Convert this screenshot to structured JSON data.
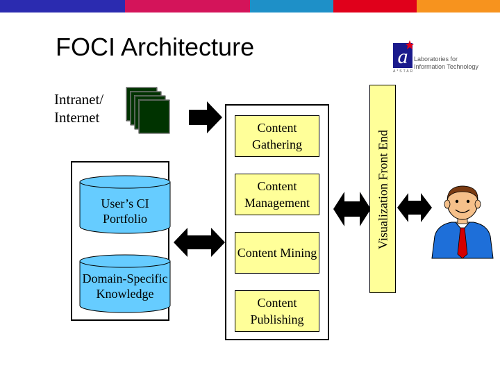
{
  "slide": {
    "title": "FOCI Architecture",
    "source_label": "Intranet/ Internet",
    "logo": {
      "line1": "Laboratories for",
      "line2": "Information Technology",
      "caption": "A*STAR",
      "colors": {
        "blue": "#1a1a8c",
        "red": "#e0001b"
      }
    },
    "top_bar_colors": [
      "#2b2bb0",
      "#d4145a",
      "#f7931e",
      "#f2c500",
      "#1e90c8",
      "#7a1f8c",
      "#e0001b",
      "#2b2bb0"
    ],
    "stores": [
      {
        "label": "User’s CI Portfolio",
        "color": "#66ccff"
      },
      {
        "label": "Domain-Specific Knowledge",
        "color": "#66ccff"
      }
    ],
    "stages": [
      {
        "label": "Content Gathering"
      },
      {
        "label": "Content Management"
      },
      {
        "label": "Content Mining"
      },
      {
        "label": "Content Publishing"
      }
    ],
    "front_end_label": "Visualization Front End",
    "box_color": "#ffff99",
    "document_color": "#003300",
    "icons": [
      "document-stack-icon",
      "arrow-right-icon",
      "double-arrow-icon",
      "user-icon",
      "cylinder-icon"
    ]
  }
}
